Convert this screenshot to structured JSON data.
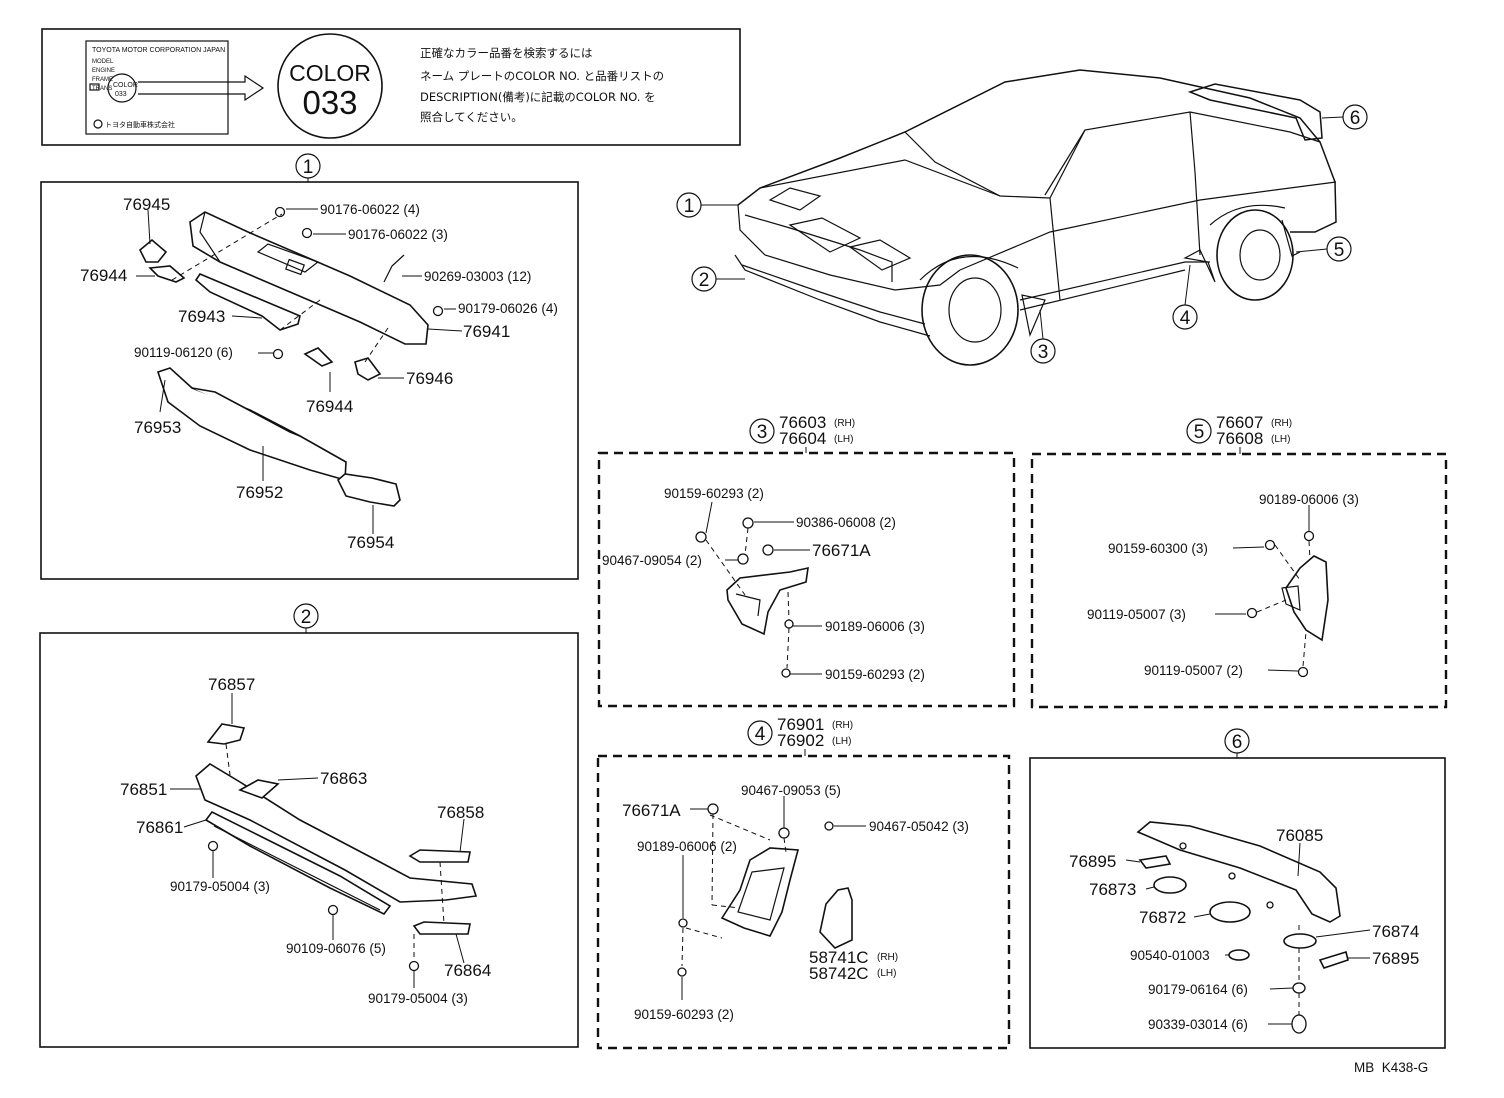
{
  "diagram_code": "MB  K438-G",
  "header": {
    "plate_lines": [
      "TOYOTA MOTOR CORPORATION JAPAN",
      "MODEL",
      "ENGINE",
      "FRAME",
      "TRANS",
      "COLOR",
      "033",
      "トヨタ自動車株式会社"
    ],
    "color_word": "COLOR",
    "color_code": "033",
    "note_lines": [
      "正確なカラー品番を検索するには",
      "ネーム プレートのCOLOR NO. と品番リストの",
      "DESCRIPTION(備考)に記載のCOLOR NO. を",
      "照合してください。"
    ]
  },
  "car": {
    "callouts": [
      "1",
      "2",
      "3",
      "4",
      "5",
      "6"
    ]
  },
  "sections": {
    "s1": {
      "number": "1",
      "labels": [
        "76945",
        "90176-06022 (4)",
        "90176-06022 (3)",
        "76944",
        "90269-03003 (12)",
        "90179-06026 (4)",
        "76943",
        "76941",
        "90119-06120 (6)",
        "76946",
        "76944",
        "76953",
        "76952",
        "76954"
      ]
    },
    "s2": {
      "number": "2",
      "labels": [
        "76857",
        "76851",
        "76863",
        "76861",
        "76858",
        "90179-05004 (3)",
        "90109-06076 (5)",
        "76864",
        "90179-05004 (3)"
      ]
    },
    "s3": {
      "number": "3",
      "title_rh": "76603",
      "side_rh": "(RH)",
      "title_lh": "76604",
      "side_lh": "(LH)",
      "labels": [
        "90159-60293 (2)",
        "90386-06008 (2)",
        "90467-09054 (2)",
        "76671A",
        "90189-06006 (3)",
        "90159-60293 (2)"
      ]
    },
    "s4": {
      "number": "4",
      "title_rh": "76901",
      "side_rh": "(RH)",
      "title_lh": "76902",
      "side_lh": "(LH)",
      "labels": [
        "90467-09053 (5)",
        "76671A",
        "90467-05042 (3)",
        "90189-06006 (2)",
        "90159-60293 (2)"
      ],
      "c1": "58741C",
      "c1_side": "(RH)",
      "c2": "58742C",
      "c2_side": "(LH)"
    },
    "s5": {
      "number": "5",
      "title_rh": "76607",
      "side_rh": "(RH)",
      "title_lh": "76608",
      "side_lh": "(LH)",
      "labels": [
        "90189-06006 (3)",
        "90159-60300 (3)",
        "90119-05007 (3)",
        "90119-05007 (2)"
      ]
    },
    "s6": {
      "number": "6",
      "labels": [
        "76085",
        "76895",
        "76873",
        "76872",
        "76874",
        "90540-01003",
        "76895",
        "90179-06164 (6)",
        "90339-03014 (6)"
      ]
    }
  }
}
